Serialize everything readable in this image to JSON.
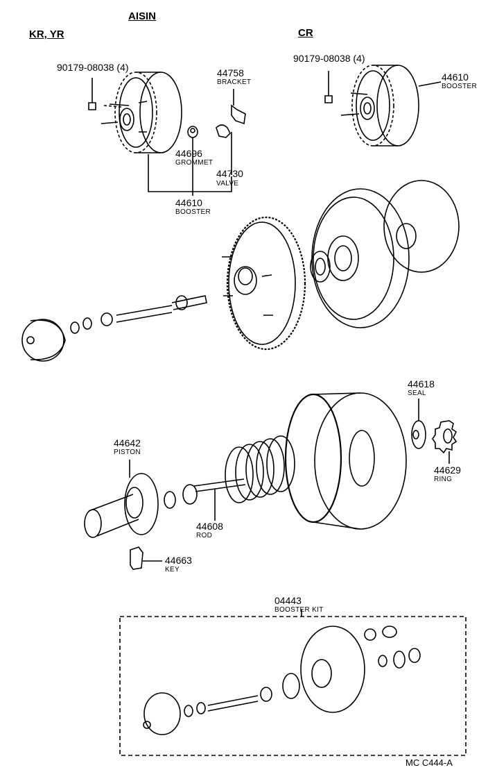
{
  "headers": {
    "make": "AISIN",
    "group_left": "KR, YR",
    "group_right": "CR"
  },
  "parts": {
    "nut_left": {
      "number": "90179-08038",
      "qty": "(4)"
    },
    "nut_right": {
      "number": "90179-08038",
      "qty": "(4)"
    },
    "bracket": {
      "number": "44758",
      "name": "BRACKET"
    },
    "grommet": {
      "number": "44696",
      "name": "GROMMET"
    },
    "valve": {
      "number": "44730",
      "name": "VALVE"
    },
    "booster_left": {
      "number": "44610",
      "name": "BOOSTER"
    },
    "booster_right": {
      "number": "44610",
      "name": "BOOSTER"
    },
    "seal": {
      "number": "44618",
      "name": "SEAL"
    },
    "ring": {
      "number": "44629",
      "name": "RING"
    },
    "piston": {
      "number": "44642",
      "name": "PISTON"
    },
    "rod": {
      "number": "44608",
      "name": "ROD"
    },
    "key": {
      "number": "44663",
      "name": "KEY"
    },
    "kit": {
      "number": "04443",
      "name": "BOOSTER KIT"
    }
  },
  "diagram_code": "MC C444-A"
}
